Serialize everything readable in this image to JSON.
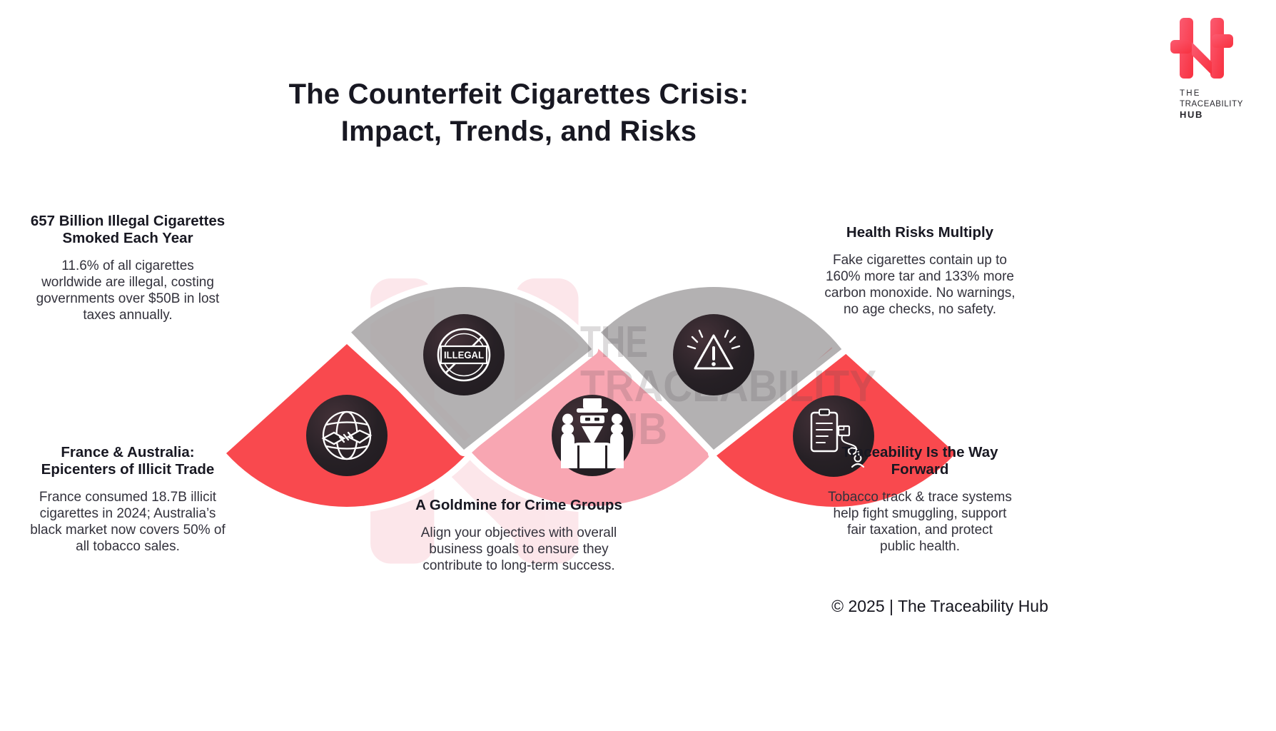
{
  "title": {
    "lines": [
      "The Counterfeit Cigarettes Crisis:",
      "Impact, Trends, and Risks"
    ]
  },
  "brand": {
    "name_line1": "THE",
    "name_line2": "TRACEABILITY",
    "name_line3": "HUB"
  },
  "watermark": {
    "line1": "THE",
    "line2": "TRACEABILITY",
    "line3": "HUB"
  },
  "sections": {
    "top_left": {
      "heading": [
        "657 Billion Illegal Cigarettes",
        "Smoked Each Year"
      ],
      "body": [
        "11.6% of all cigarettes",
        "worldwide are illegal, costing",
        "governments over $50B in lost",
        "taxes annually."
      ]
    },
    "top_right": {
      "heading": [
        "Health Risks Multiply"
      ],
      "body": [
        "Fake cigarettes contain up to",
        "160% more tar and 133% more",
        "carbon monoxide. No warnings,",
        "no age checks, no safety."
      ]
    },
    "bottom_left": {
      "heading": [
        "France & Australia:",
        "Epicenters of Illicit Trade"
      ],
      "body": [
        "France consumed 18.7B illicit",
        "cigarettes in 2024; Australia’s",
        "black market now covers 50% of",
        "all tobacco sales."
      ]
    },
    "bottom_center": {
      "heading": [
        "A Goldmine for Crime Groups"
      ],
      "body": [
        "Align your objectives with overall",
        "business goals to ensure they",
        "contribute to long-term success."
      ]
    },
    "bottom_right": {
      "heading": [
        "Traceability Is the Way",
        "Forward"
      ],
      "body": [
        "Tobacco track & trace systems",
        "help fight smuggling, support",
        "fair taxation, and protect",
        "public health."
      ]
    }
  },
  "diagram": {
    "stamp_label": "ILLEGAL",
    "icons": [
      "globe-handshake-icon",
      "illegal-stamp-icon",
      "crime-group-icon",
      "warning-triangle-icon",
      "track-trace-icon"
    ]
  },
  "footer": {
    "text": "© 2025 | The Traceability Hub"
  },
  "colors": {
    "red": "#F9494E",
    "pink": "#F8A6B2",
    "gray": "#A6A3A4",
    "dark_circle": "#231E22",
    "text_dark": "#181822",
    "text_body": "#33323C",
    "brand_red": "#F8303F",
    "brand_pink": "#FB5B71"
  }
}
